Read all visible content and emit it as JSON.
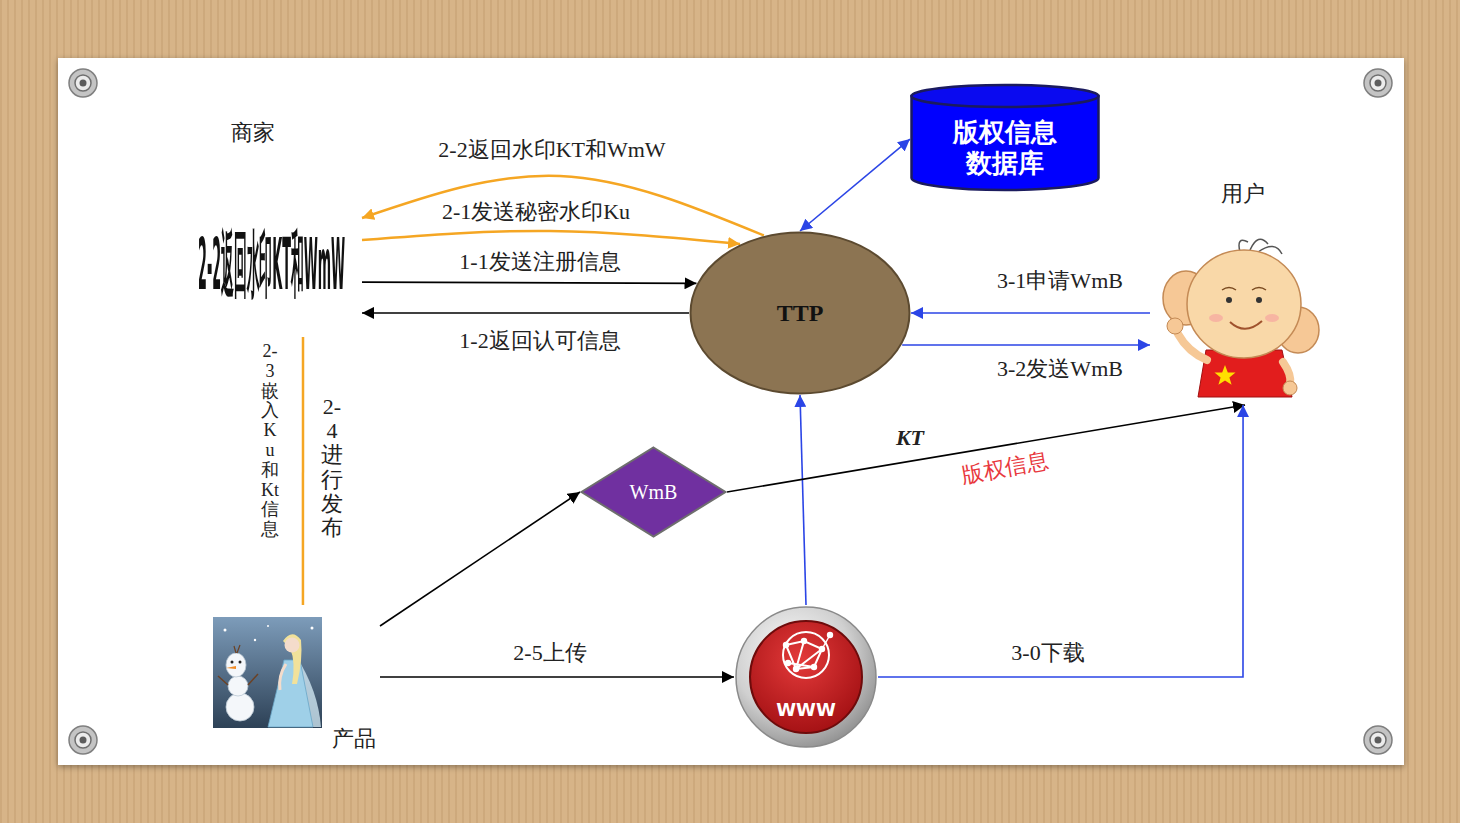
{
  "diagram": {
    "nodes": [
      {
        "text": [
          "商家",
          "2-2返回水印KT和WmW"
        ]
      },
      {
        "text": [
          "版权信息 数据库"
        ]
      },
      {
        "text": [
          "用户"
        ]
      },
      {
        "text": [
          "TTP"
        ]
      },
      {
        "text": [
          "WmB"
        ]
      },
      {
        "text": [
          "产品"
        ]
      },
      {
        "text": [
          "WWW"
        ]
      }
    ],
    "edges": [
      {
        "from": 3,
        "to": 0,
        "label": "2-2返回水印KT和WmW",
        "arrow": "to"
      },
      {
        "from": 0,
        "to": 3,
        "label": "2-1发送秘密水印Ku",
        "arrow": "to"
      },
      {
        "from": 0,
        "to": 3,
        "label": "1-1发送注册信息",
        "arrow": "to"
      },
      {
        "from": 3,
        "to": 0,
        "label": "1-2返回认可信息",
        "arrow": "to"
      },
      {
        "from": 1,
        "to": 3,
        "arrow": "both"
      },
      {
        "from": 2,
        "to": 3,
        "label": "3-1申请WmB",
        "arrow": "to"
      },
      {
        "from": 3,
        "to": 2,
        "label": "3-2发送WmB",
        "arrow": "to"
      },
      {
        "from": 6,
        "to": 3,
        "arrow": "to"
      },
      {
        "from": 5,
        "to": 4,
        "arrow": "to"
      },
      {
        "from": 4,
        "to": 2,
        "label": "KT",
        "arrow": "to"
      },
      {
        "from": 5,
        "to": 6,
        "label": "2-5上传",
        "arrow": "to"
      },
      {
        "from": 6,
        "to": 2,
        "label": "3-0下载",
        "arrow": "to"
      },
      {
        "from": 0,
        "to": 5,
        "label": "2-3嵌入Ku和Kt信息",
        "arrow": "none"
      }
    ],
    "labels": [
      "版权信息",
      "2-4进行发布"
    ]
  }
}
